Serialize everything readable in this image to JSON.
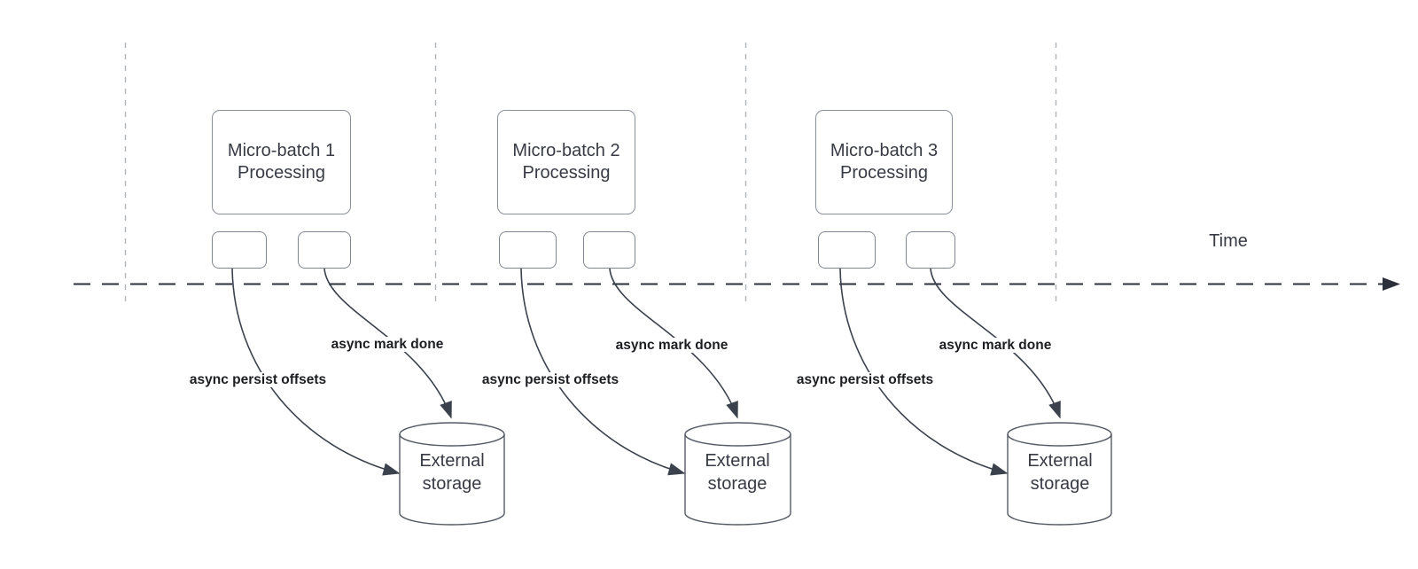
{
  "diagram_type": "micro-batch streaming timeline",
  "colors": {
    "background": "#ffffff",
    "timeline_stroke": "#2b303b",
    "guide_line_stroke": "#b0b3b8",
    "connector_stroke": "#3c424d",
    "node_border": "#8b909a",
    "node_text": "#383b44",
    "arrow_label_text": "#1d1e22"
  },
  "timeline": {
    "label": "Time"
  },
  "groups": [
    {
      "box_line1": "Micro-batch 1",
      "box_line2": "Processing",
      "persist_label": "async persist offsets",
      "done_label": "async mark done",
      "storage_line1": "External",
      "storage_line2": "storage"
    },
    {
      "box_line1": "Micro-batch 2",
      "box_line2": "Processing",
      "persist_label": "async persist offsets",
      "done_label": "async mark done",
      "storage_line1": "External",
      "storage_line2": "storage"
    },
    {
      "box_line1": "Micro-batch 3",
      "box_line2": "Processing",
      "persist_label": "async persist offsets",
      "done_label": "async mark done",
      "storage_line1": "External",
      "storage_line2": "storage"
    }
  ]
}
